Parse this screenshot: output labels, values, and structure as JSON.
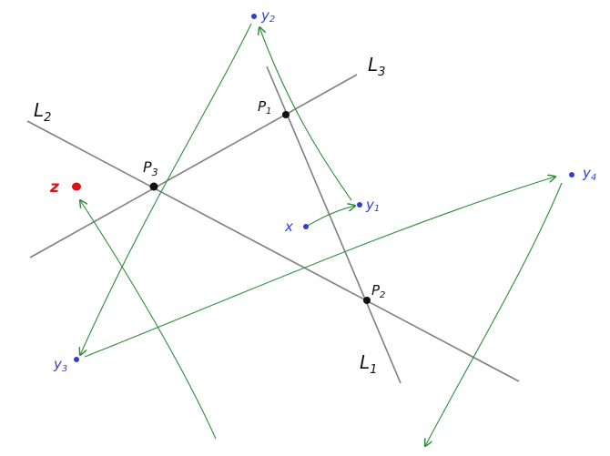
{
  "colors": {
    "line": "#7f7f7f",
    "arrow": "#2e8b3a",
    "point_black": "#111111",
    "point_blue": "#2f3fd0",
    "point_red": "#e01010",
    "label_black": "#111111"
  },
  "lines": [
    {
      "id": "L1",
      "label": "L",
      "subscript": "1"
    },
    {
      "id": "L2",
      "label": "L",
      "subscript": "2"
    },
    {
      "id": "L3",
      "label": "L",
      "subscript": "3"
    }
  ],
  "intersections": [
    {
      "id": "P1",
      "label": "P",
      "subscript": "1"
    },
    {
      "id": "P2",
      "label": "P",
      "subscript": "2"
    },
    {
      "id": "P3",
      "label": "P",
      "subscript": "3"
    }
  ],
  "points": [
    {
      "id": "x",
      "label": "x",
      "subscript": ""
    },
    {
      "id": "y1",
      "label": "y",
      "subscript": "1"
    },
    {
      "id": "y2",
      "label": "y",
      "subscript": "2"
    },
    {
      "id": "y3",
      "label": "y",
      "subscript": "3"
    },
    {
      "id": "y4",
      "label": "y",
      "subscript": "4"
    },
    {
      "id": "z",
      "label": "z",
      "subscript": ""
    }
  ],
  "paths": [
    {
      "id": "x-to-y1",
      "from": "x",
      "to": "y1"
    },
    {
      "id": "y1-to-y2",
      "from": "y1",
      "to": "y2"
    },
    {
      "id": "y2-to-y3",
      "from": "y2",
      "to": "y3"
    },
    {
      "id": "y3-to-y4",
      "from": "y3",
      "to": "y4"
    },
    {
      "id": "y4-down",
      "from": "y4",
      "to": ""
    },
    {
      "id": "bottom-to-z",
      "from": "",
      "to": "z"
    }
  ]
}
